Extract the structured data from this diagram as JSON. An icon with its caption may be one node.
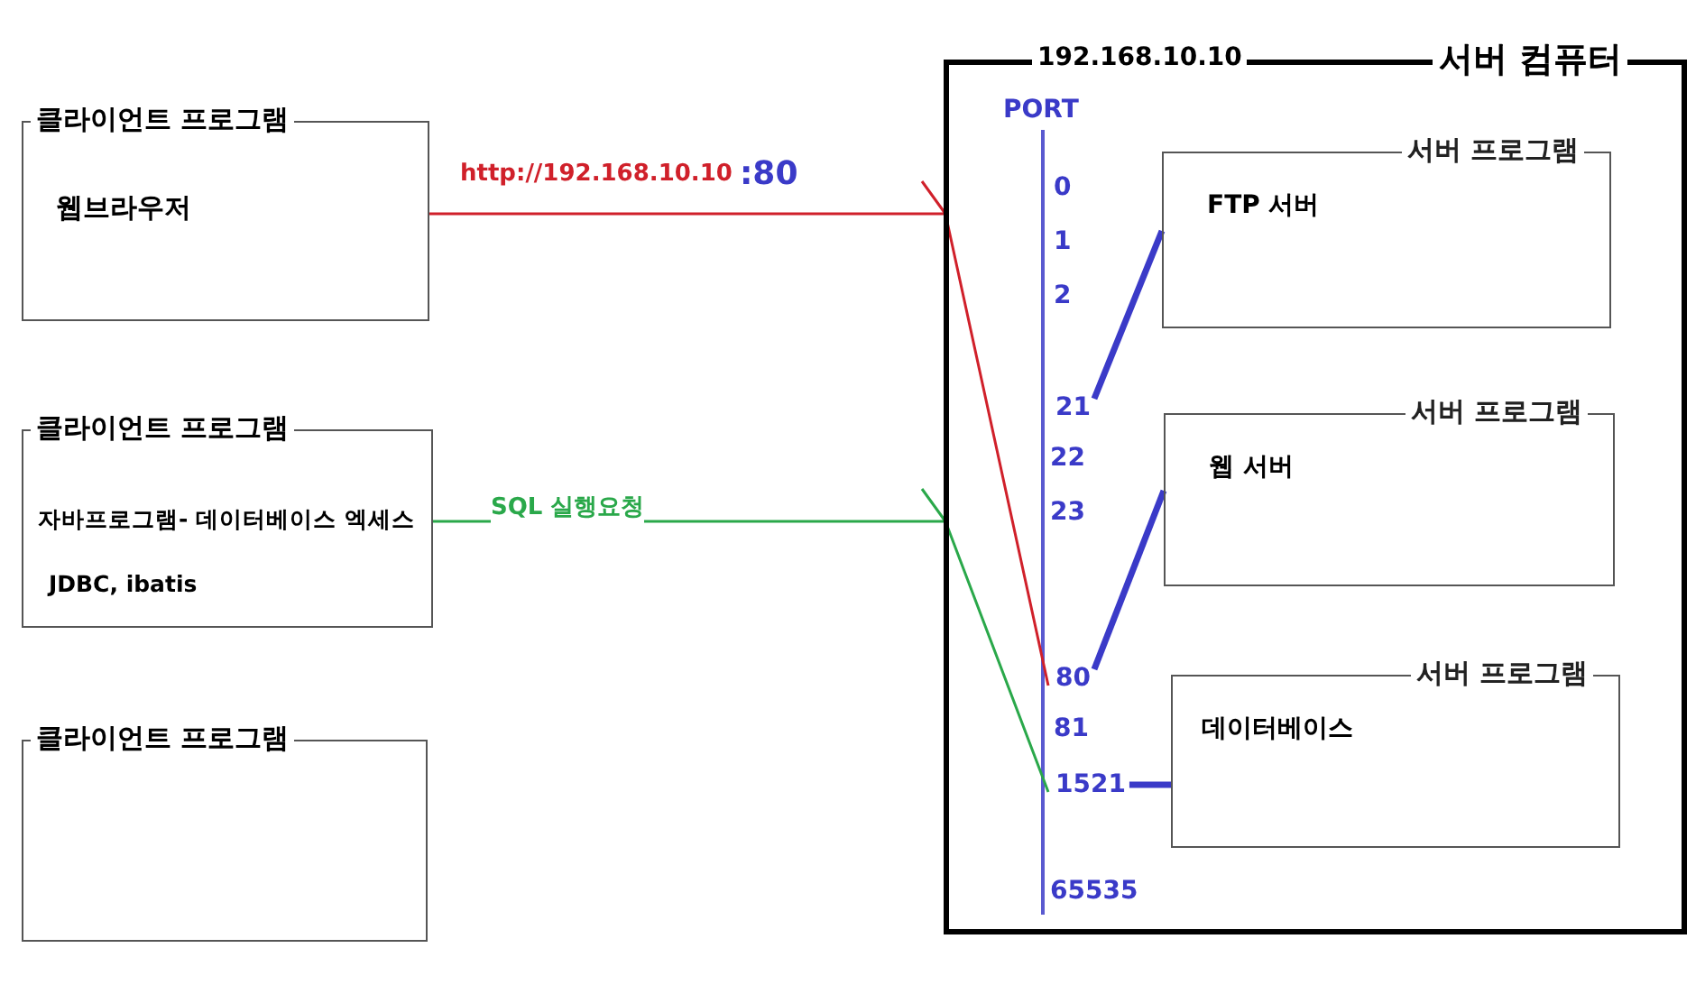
{
  "diagram": {
    "nodes": [
      {
        "text": [
          "클라이언트 프로그램",
          "웹브라우저"
        ]
      },
      {
        "text": [
          "클라이언트 프로그램",
          "자바프로그램- 데이터베이스 엑세스",
          "JDBC, ibatis"
        ]
      },
      {
        "text": [
          "클라이언트 프로그램"
        ]
      },
      {
        "text": [
          "192.168.10.10",
          "서버 컴퓨터"
        ]
      },
      {
        "text": [
          "서버 프로그램",
          "FTP 서버"
        ],
        "in": 3
      },
      {
        "text": [
          "서버 프로그램",
          "웹 서버"
        ],
        "in": 3
      },
      {
        "text": [
          "서버 프로그램",
          "데이터베이스"
        ],
        "in": 3
      },
      {
        "text": [
          "21"
        ],
        "in": 3
      },
      {
        "text": [
          "80"
        ],
        "in": 3
      },
      {
        "text": [
          "1521"
        ],
        "in": 3
      }
    ],
    "edges": [
      {
        "from": 0,
        "to": 8,
        "arrow": "none",
        "label": "http://192.168.10.10",
        "color": "#d0202a"
      },
      {
        "from": 1,
        "to": 9,
        "arrow": "none",
        "label": "SQL 실행요청",
        "color": "#2aa84a"
      },
      {
        "from": 7,
        "to": 4,
        "arrow": "none"
      },
      {
        "from": 8,
        "to": 5,
        "arrow": "none"
      },
      {
        "from": 9,
        "to": 6,
        "arrow": "none"
      }
    ],
    "labels": [
      "PORT",
      ":80",
      "0",
      "1",
      "2",
      "22",
      "23",
      "81",
      "65535"
    ]
  }
}
